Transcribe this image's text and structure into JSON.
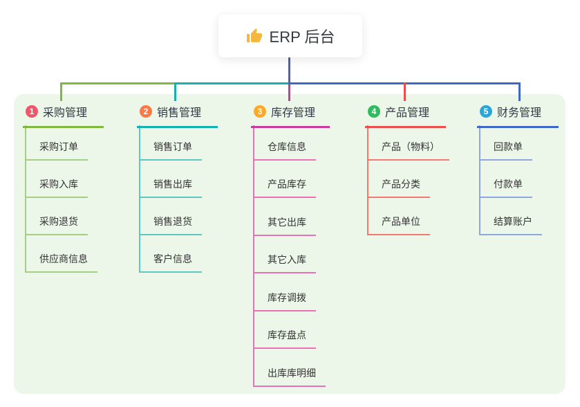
{
  "root": {
    "label": "ERP 后台",
    "icon": "thumbs-up-icon",
    "line_color": "#4d5fc7"
  },
  "panel": {
    "bg_color": "#edf7e9"
  },
  "branches": [
    {
      "number": "1",
      "label": "采购管理",
      "badge_color": "#f0566a",
      "line_color": "#7eb83d",
      "item_line_color": "#a4cf80",
      "items": [
        "采购订单",
        "采购入库",
        "采购退货",
        "供应商信息"
      ]
    },
    {
      "number": "2",
      "label": "销售管理",
      "badge_color": "#f97a46",
      "line_color": "#14b1b1",
      "item_line_color": "#5ec7c2",
      "items": [
        "销售订单",
        "销售出库",
        "销售退货",
        "客户信息"
      ]
    },
    {
      "number": "3",
      "label": "库存管理",
      "badge_color": "#ffa827",
      "line_color": "#c9399f",
      "item_line_color": "#ea70b6",
      "items": [
        "仓库信息",
        "产品库存",
        "其它出库",
        "其它入库",
        "库存调拨",
        "库存盘点",
        "出库库明细"
      ]
    },
    {
      "number": "4",
      "label": "产品管理",
      "badge_color": "#2dbd5f",
      "line_color": "#e8504b",
      "item_line_color": "#f3786f",
      "items": [
        "产品（物料）",
        "产品分类",
        "产品单位"
      ]
    },
    {
      "number": "5",
      "label": "财务管理",
      "badge_color": "#2ba6d9",
      "line_color": "#3d68c9",
      "item_line_color": "#8da7dd",
      "items": [
        "回款单",
        "付款单",
        "结算账户"
      ]
    }
  ]
}
